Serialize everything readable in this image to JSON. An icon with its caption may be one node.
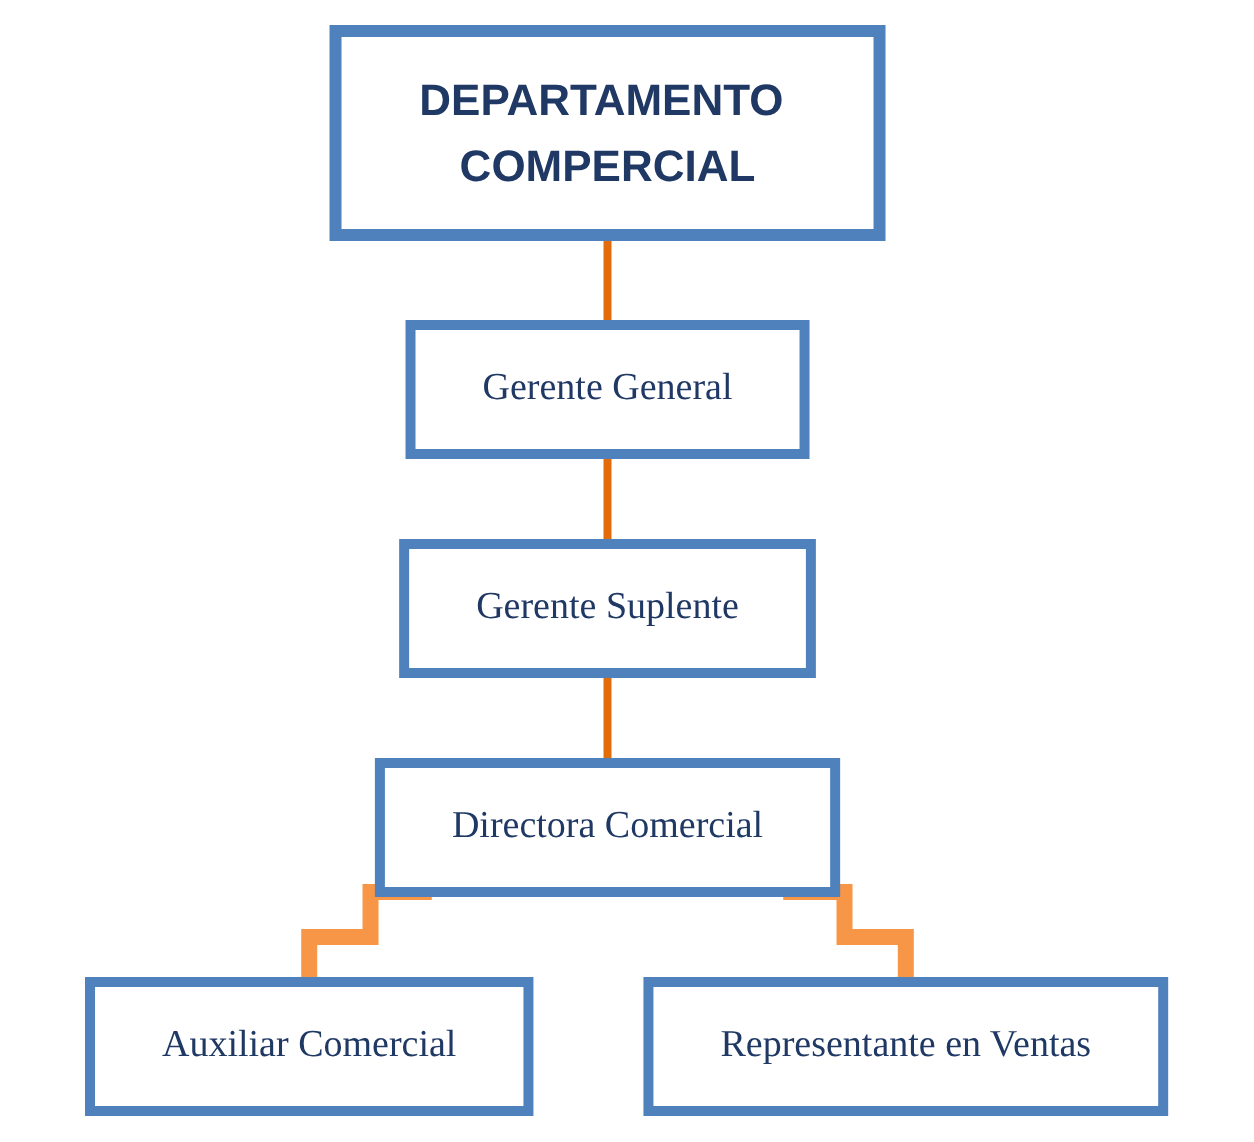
{
  "diagram": {
    "nodes": [
      {
        "text": [
          "DEPARTAMENTO COMPERCIAL"
        ]
      },
      {
        "text": [
          "Gerente General"
        ]
      },
      {
        "text": [
          "Gerente Suplente"
        ]
      },
      {
        "text": [
          "Directora Comercial"
        ]
      },
      {
        "text": [
          "Auxiliar Comercial"
        ]
      },
      {
        "text": [
          "Representante en Ventas"
        ]
      }
    ],
    "edges": [
      {
        "from": 0,
        "to": 1,
        "arrow": "none"
      },
      {
        "from": 1,
        "to": 2,
        "arrow": "none"
      },
      {
        "from": 2,
        "to": 3,
        "arrow": "none"
      },
      {
        "from": 3,
        "to": 4,
        "arrow": "none",
        "style": "thick",
        "color": "#f79646"
      },
      {
        "from": 3,
        "to": 5,
        "arrow": "none",
        "style": "thick",
        "color": "#f79646"
      }
    ]
  }
}
